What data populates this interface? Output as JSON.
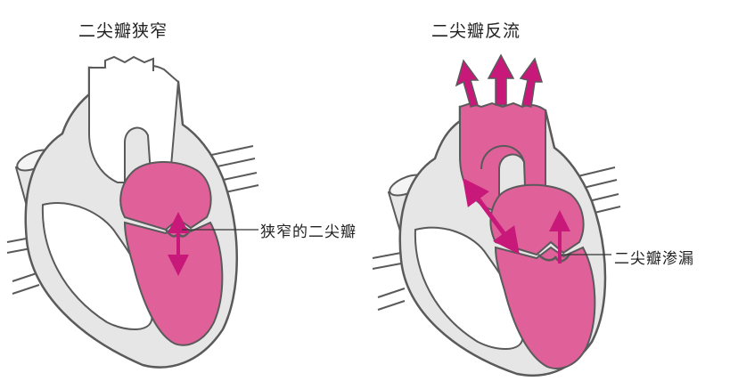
{
  "titles": {
    "left": "二尖瓣狭窄",
    "right": "二尖瓣反流"
  },
  "labels": {
    "left": "狭窄的二尖瓣",
    "right": "二尖瓣渗漏"
  },
  "colors": {
    "blood": "#e0609a",
    "arrow": "#c8197a",
    "wall": "#e6e6e6",
    "outline": "#5a5a5a",
    "background": "#ffffff"
  }
}
